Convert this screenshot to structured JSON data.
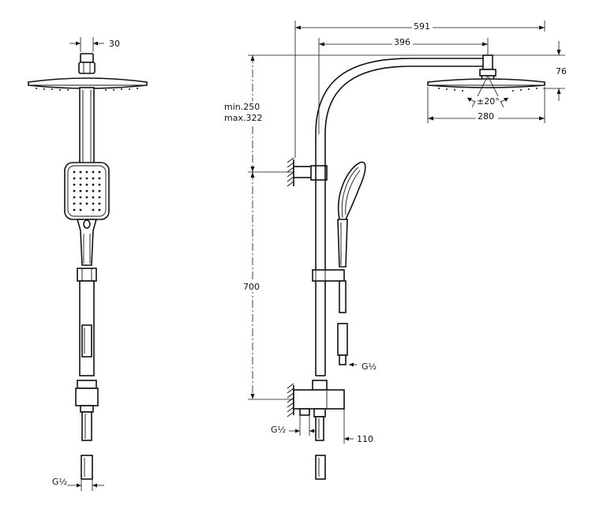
{
  "labels": {
    "rail_width": "30",
    "overall_width": "591",
    "arm_reach": "396",
    "head_height": "76",
    "tilt": "±20°",
    "head_diameter": "280",
    "min_label": "min.250",
    "max_label": "max.322",
    "bar_length": "700",
    "thread_front": "G½",
    "thread_hose": "G½",
    "thread_inlet": "G½",
    "wall_offset": "110"
  }
}
